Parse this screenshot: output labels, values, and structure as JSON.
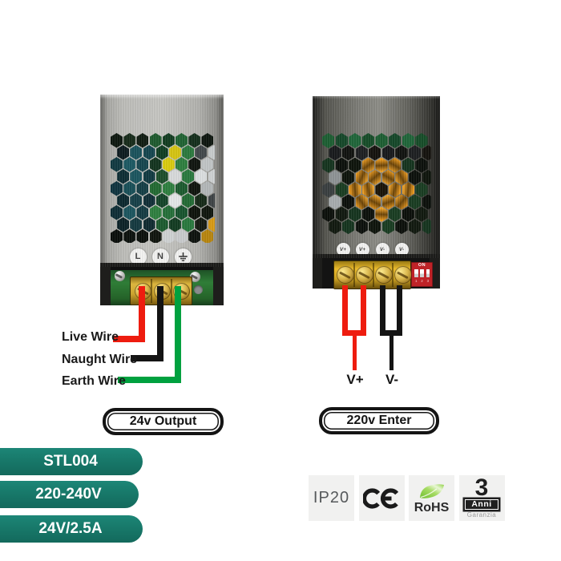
{
  "colors": {
    "badge_teal": "#187a6b",
    "wire_live": "#ee1c0f",
    "wire_neutral": "#141414",
    "wire_earth": "#00a13f",
    "wire_v_plus": "#ee1c0f",
    "wire_v_minus": "#141414",
    "rohs_leaf_green": "#8ccf3f",
    "dip_switch_red": "#bf2328",
    "terminal_brass": "#d8b44a"
  },
  "left_unit": {
    "name": "power-supply-output-end",
    "terminals": {
      "live": "L",
      "neutral": "N",
      "earth_icon": "earth-symbol"
    },
    "wire_labels": [
      {
        "label": "Live Wire"
      },
      {
        "label": "Naught Wire"
      },
      {
        "label": "Earth Wire"
      }
    ],
    "caption": "24v Output"
  },
  "right_unit": {
    "name": "power-supply-input-end",
    "terminal_marks": [
      "V+",
      "V+",
      "V-",
      "V-"
    ],
    "dip": {
      "label": "ON",
      "positions": [
        "1",
        "2",
        "3"
      ]
    },
    "output_labels": [
      {
        "label": "V+"
      },
      {
        "label": "V-"
      }
    ],
    "caption": "220v Enter"
  },
  "spec_badges": [
    {
      "label": "STL004"
    },
    {
      "label": "220-240V"
    },
    {
      "label": "24V/2.5A"
    }
  ],
  "certifications": {
    "ip_rating": "IP20",
    "ce": "CE",
    "rohs": "RoHS",
    "warranty": {
      "number": "3",
      "unit": "Anni",
      "word": "Garanzia"
    }
  }
}
